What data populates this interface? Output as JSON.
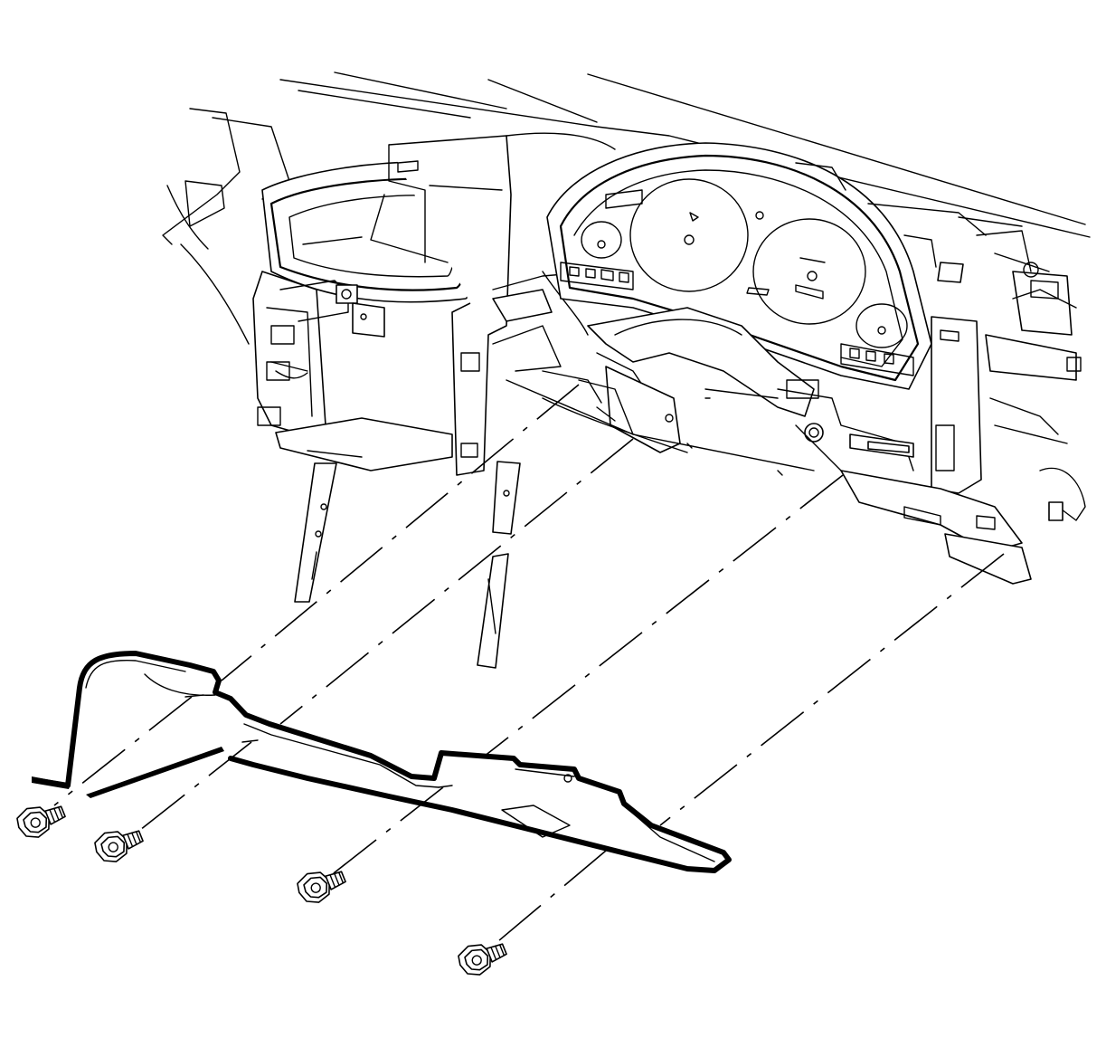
{
  "diagram": {
    "subject": "instrument-panel-lower-trim-panel-removal",
    "fasteners": [
      {
        "id": "bolt-1"
      },
      {
        "id": "bolt-2"
      },
      {
        "id": "bolt-3"
      },
      {
        "id": "bolt-4"
      }
    ],
    "colors": {
      "line": "#000000",
      "background": "#ffffff"
    }
  }
}
